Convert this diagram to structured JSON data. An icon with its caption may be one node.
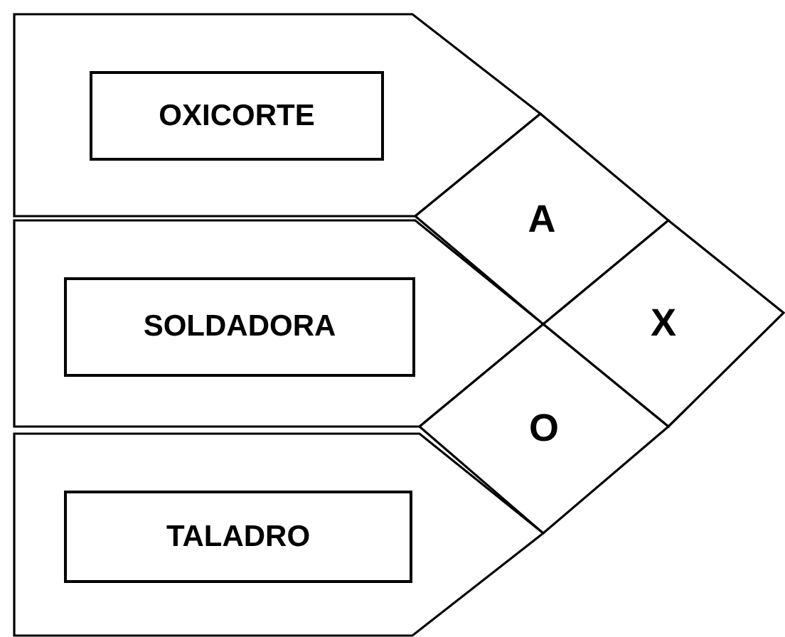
{
  "diagram": {
    "nodes": [
      {
        "text": [],
        "shape": "pentagon"
      },
      {
        "text": [
          "OXICORTE"
        ],
        "in": 0
      },
      {
        "text": [
          "A"
        ]
      },
      {
        "text": [],
        "shape": "pentagon"
      },
      {
        "text": [
          "SOLDADORA"
        ],
        "in": 3
      },
      {
        "text": [
          "X"
        ]
      },
      {
        "text": [
          "O"
        ]
      },
      {
        "text": [],
        "shape": "pentagon"
      },
      {
        "text": [
          "TALADRO"
        ],
        "in": 7
      }
    ]
  }
}
